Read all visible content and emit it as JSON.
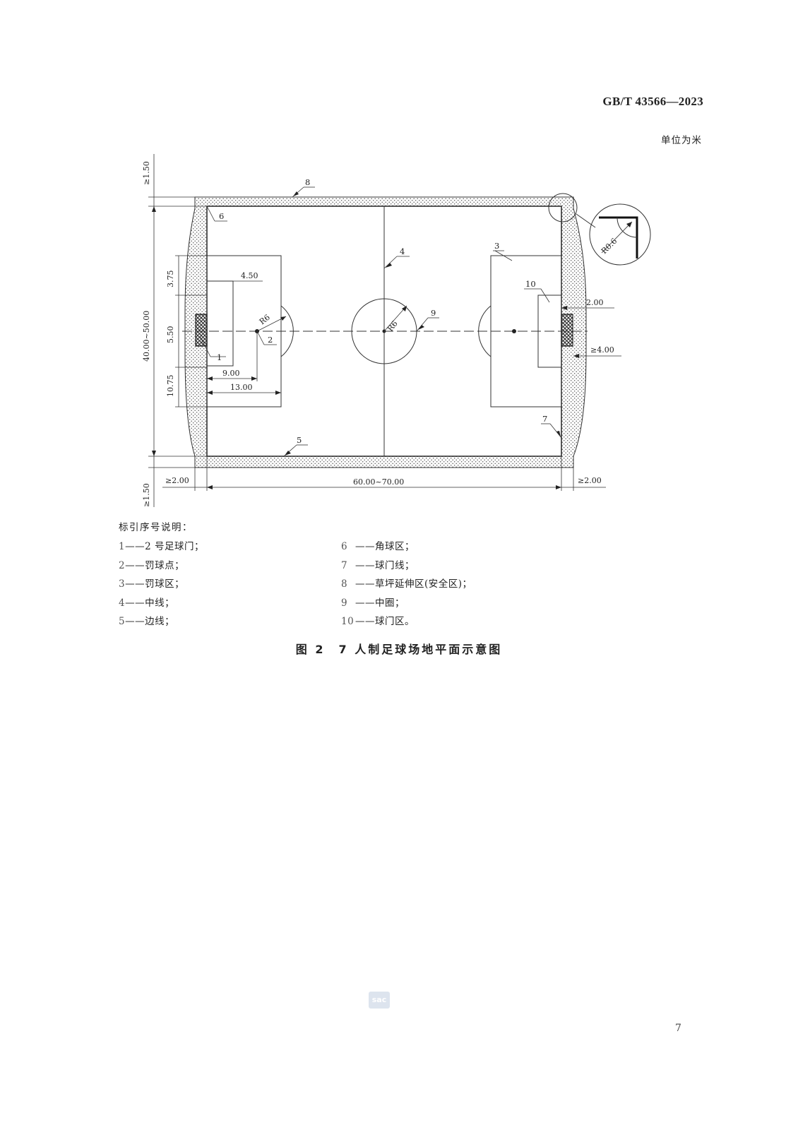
{
  "header": {
    "standard_number": "GB/T 43566—2023",
    "unit_note": "单位为米"
  },
  "figure": {
    "labels": {
      "top_margin": "≥1.50",
      "bottom_margin": "≥1.50",
      "width_range": "40.00~50.00",
      "length_range": "60.00~70.00",
      "left_margin": "≥2.00",
      "right_margin": "≥2.00",
      "d_3_75": "3.75",
      "d_5_50": "5.50",
      "d_10_75": "10.75",
      "d_4_50": "4.50",
      "d_9_00": "9.00",
      "d_13_00": "13.00",
      "d_2_00": "2.00",
      "d_4_00": "≥4.00",
      "r_penalty": "R6",
      "r_center": "R6",
      "r_corner": "R0.6"
    },
    "callouts": [
      "1",
      "2",
      "3",
      "4",
      "5",
      "6",
      "7",
      "8",
      "9",
      "10"
    ]
  },
  "legend": {
    "title": "标引序号说明：",
    "items": [
      {
        "num": "1",
        "text": "——2 号足球门；"
      },
      {
        "num": "2",
        "text": "——罚球点；"
      },
      {
        "num": "3",
        "text": "——罚球区；"
      },
      {
        "num": "4",
        "text": "——中线；"
      },
      {
        "num": "5",
        "text": "——边线；"
      },
      {
        "num": "6",
        "text": "——角球区；"
      },
      {
        "num": "7",
        "text": "——球门线；"
      },
      {
        "num": "8",
        "text": "——草坪延伸区(安全区)；"
      },
      {
        "num": "9",
        "text": "——中圈；"
      },
      {
        "num": "10",
        "text": "——球门区。"
      }
    ]
  },
  "caption": "图 2　7 人制足球场地平面示意图",
  "watermark": "sac",
  "page_number": "7"
}
